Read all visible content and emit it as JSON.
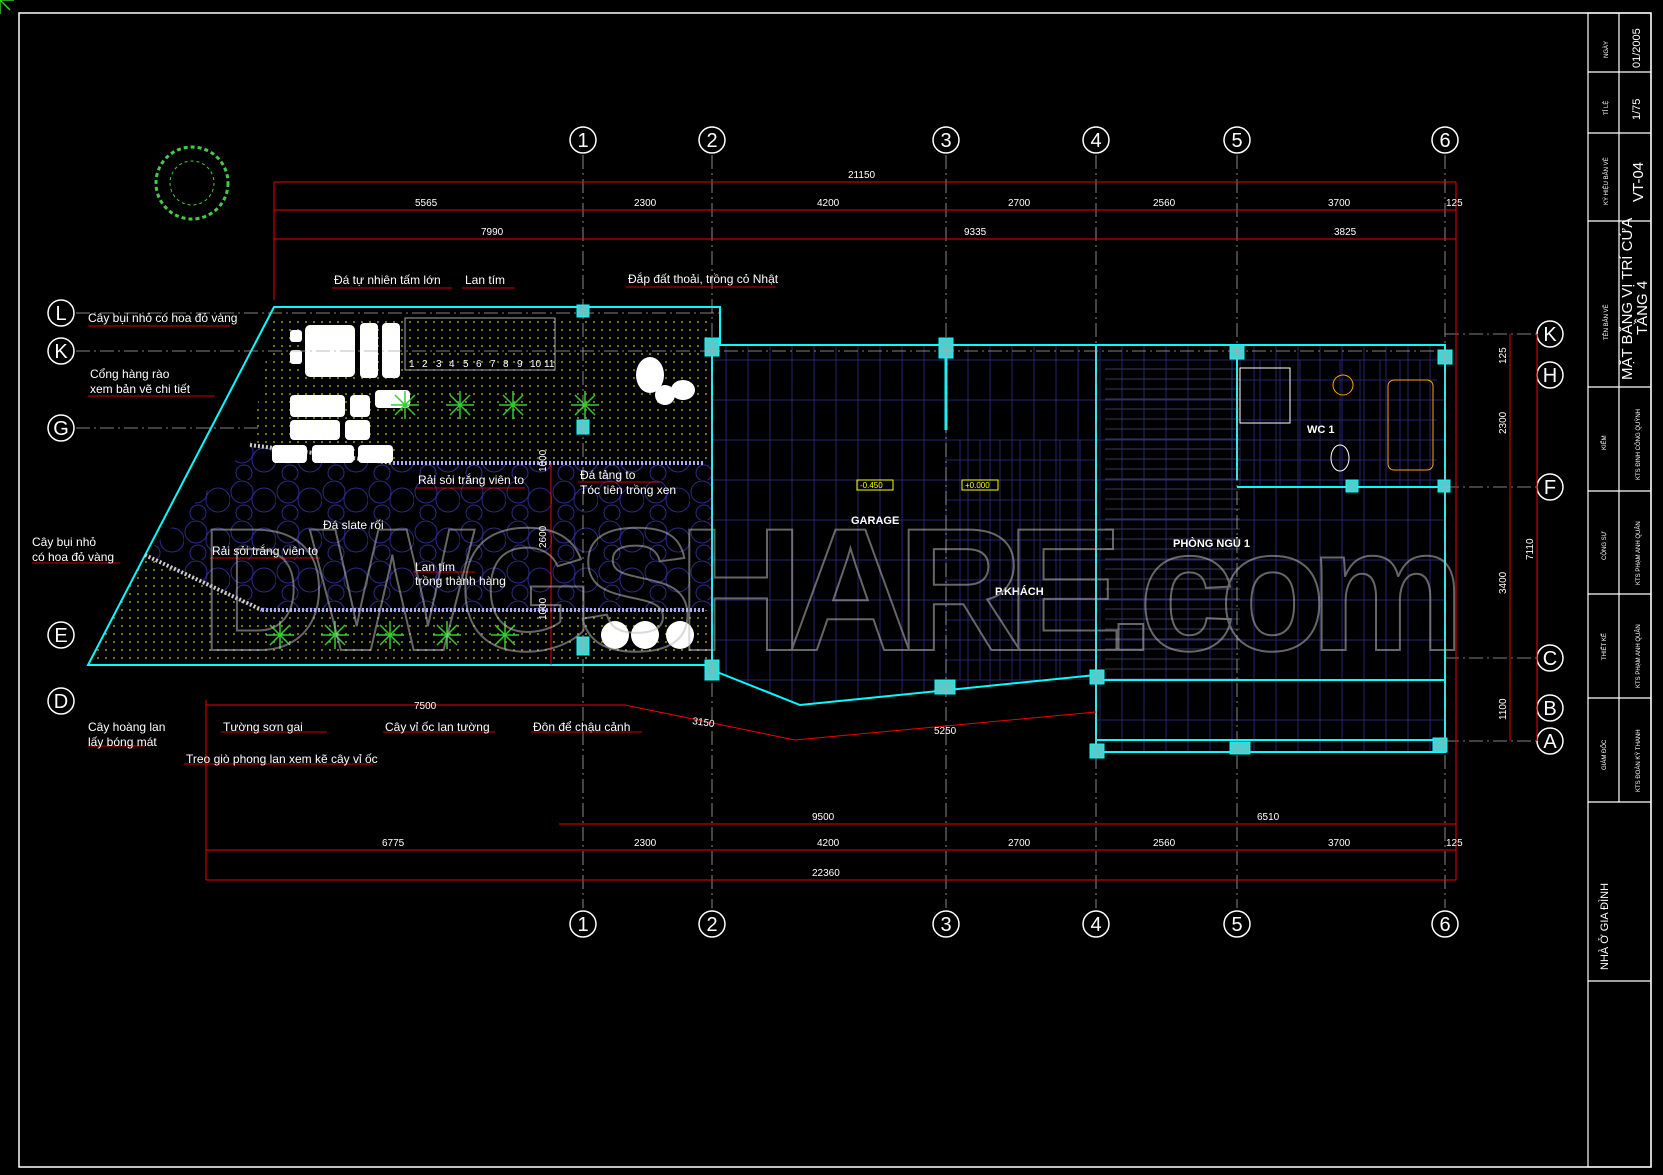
{
  "watermark": "DWGSHARE.com",
  "colors": {
    "walls": "#00ffff",
    "dimensions": "#ff0000",
    "plants": "#33cc33",
    "hatch": "#2b2b8a",
    "text": "#ffffff"
  },
  "grid": {
    "columns": [
      "1",
      "2",
      "3",
      "4",
      "5",
      "6"
    ],
    "rows_left": [
      "L",
      "K",
      "G",
      "E",
      "D"
    ],
    "rows_right": [
      "K",
      "H",
      "F",
      "C",
      "B",
      "A"
    ]
  },
  "dimensions": {
    "top_total": "21150",
    "top_row": [
      "5565",
      "2300",
      "4200",
      "2700",
      "2560",
      "3700",
      "125"
    ],
    "top_group": [
      "7990",
      "9335",
      "3825"
    ],
    "bottom_group": [
      "9500",
      "6510"
    ],
    "bottom_row": [
      "6775",
      "2300",
      "4200",
      "2700",
      "2560",
      "3700",
      "125"
    ],
    "bottom_total": "22360",
    "right": [
      "125",
      "2300",
      "3400",
      "1100"
    ],
    "right_total": "7110",
    "garden": [
      "7500",
      "3150",
      "5250"
    ],
    "garden_vertical": [
      "1000",
      "2600",
      "1000"
    ]
  },
  "levels": [
    "-0.450",
    "+0.000"
  ],
  "stair_steps": [
    "1",
    "2",
    "3",
    "4",
    "5",
    "6",
    "7",
    "8",
    "9",
    "10",
    "11"
  ],
  "rooms": {
    "garage": "GARAGE",
    "living": "P.KHÁCH",
    "bedroom": "PHÒNG NGỦ 1",
    "wc": "WC 1"
  },
  "annotations": {
    "stone_large": "Đá tự nhiên tấm lớn",
    "lan_tim_top": "Lan tím",
    "grass": "Đắp đất thoải, trồng cỏ Nhật",
    "shrub_top": "Cây bụi nhỏ có hoa đỏ vàng",
    "gate_1": "Cổng hàng rào",
    "gate_2": "xem bản vẽ chi tiết",
    "gravel_1": "Rải sỏi trắng viên to",
    "boulder_1": "Đá tảng to",
    "boulder_2": "Tóc tiên trồng xen",
    "slate": "Đá slate rối",
    "shrub_left_1": "Cây bụi nhỏ",
    "shrub_left_2": "có hoa đỏ vàng",
    "gravel_2": "Rải sỏi trắng viên to",
    "lan_row_1": "Lan tím",
    "lan_row_2": "trồng thành hàng",
    "hoang_lan_1": "Cây hoàng lan",
    "hoang_lan_2": "lấy bóng mát",
    "wall_paint": "Tường sơn gai",
    "vi_oc": "Cây vỉ ốc lan tường",
    "pot_stand": "Đôn để chậu cảnh",
    "orchid": "Treo giò phong lan xem kẽ cây vỉ ốc"
  },
  "title_block": {
    "date_label": "NGÀY",
    "date": "01/2005",
    "scale_label": "TỈ LỆ",
    "scale": "1/75",
    "code_label": "KÝ HIỆU BẢN VẼ",
    "code": "VT-04",
    "name_label": "TÊN BẢN VẼ",
    "name_1": "MẶT BẰNG VỊ TRÍ CỬA",
    "name_2": "TẦNG 4",
    "check_label": "KIỂM",
    "check": "KTS ĐINH CÔNG QUỲNH",
    "assoc_label": "CỘNG SỰ",
    "assoc": "KTS PHẠM ANH QUÂN",
    "design_label": "THIẾT KẾ",
    "design": "KTS PHẠM ANH QUÂN",
    "director_label": "GIÁM ĐỐC",
    "director": "KTS ĐOÀN KỲ THANH",
    "project": "NHÀ Ở GIA ĐÌNH"
  }
}
